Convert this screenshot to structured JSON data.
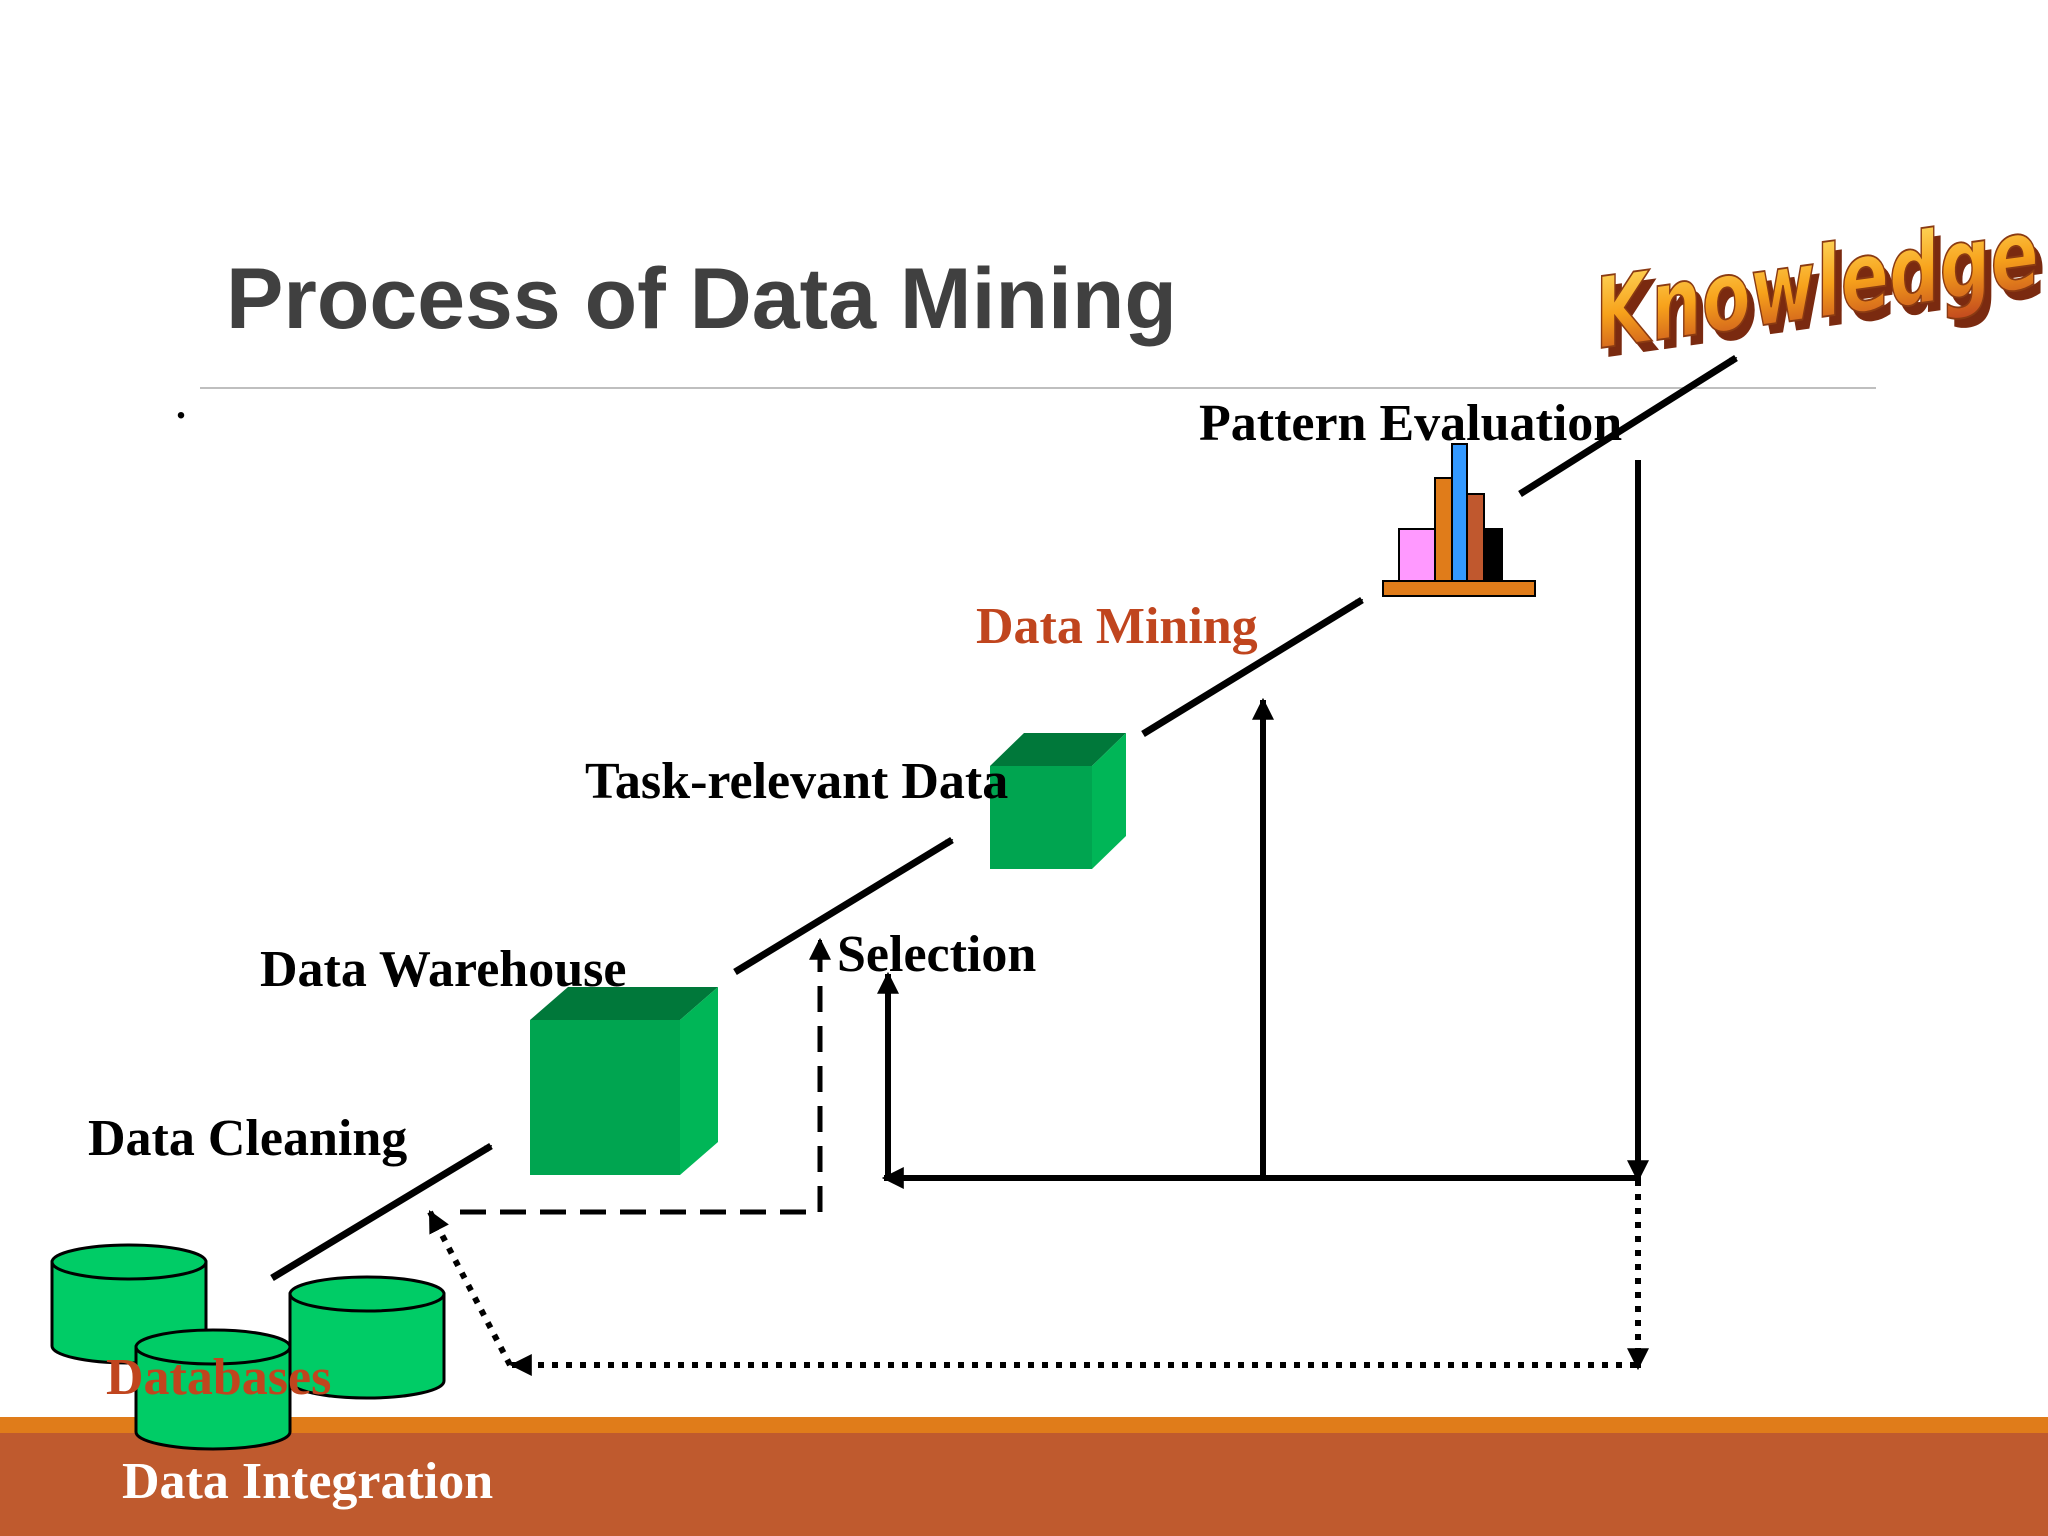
{
  "slide": {
    "title": "Process of Data Mining",
    "bullet": "."
  },
  "labels": {
    "data_cleaning": "Data Cleaning",
    "data_warehouse": "Data Warehouse",
    "task_relevant_data": "Task-relevant Data",
    "selection": "Selection",
    "data_mining": "Data Mining",
    "pattern_evaluation": "Pattern Evaluation",
    "databases": "Databases",
    "data_integration": "Data Integration",
    "knowledge": "Knowledge"
  },
  "icons": {
    "knowledge": "knowledge-wordart",
    "patterns": "bar-chart-icon",
    "warehouse": "green-cube-icon",
    "task_data": "green-cube-icon",
    "databases": "database-cylinder-icon"
  },
  "colors": {
    "title": "#404040",
    "accent": "#C0451E",
    "footer_bar": "#BF5A2E",
    "footer_stripe": "#E07C1A",
    "cube_front": "#00A550",
    "cube_side": "#00B657",
    "cube_top": "#00783A",
    "cylinder": "#00CC66",
    "bar_pink": "#FF99FF",
    "bar_orange": "#E07C1A",
    "bar_blue": "#3399FF",
    "bar_brown": "#C0582E",
    "bar_black": "#000000"
  }
}
